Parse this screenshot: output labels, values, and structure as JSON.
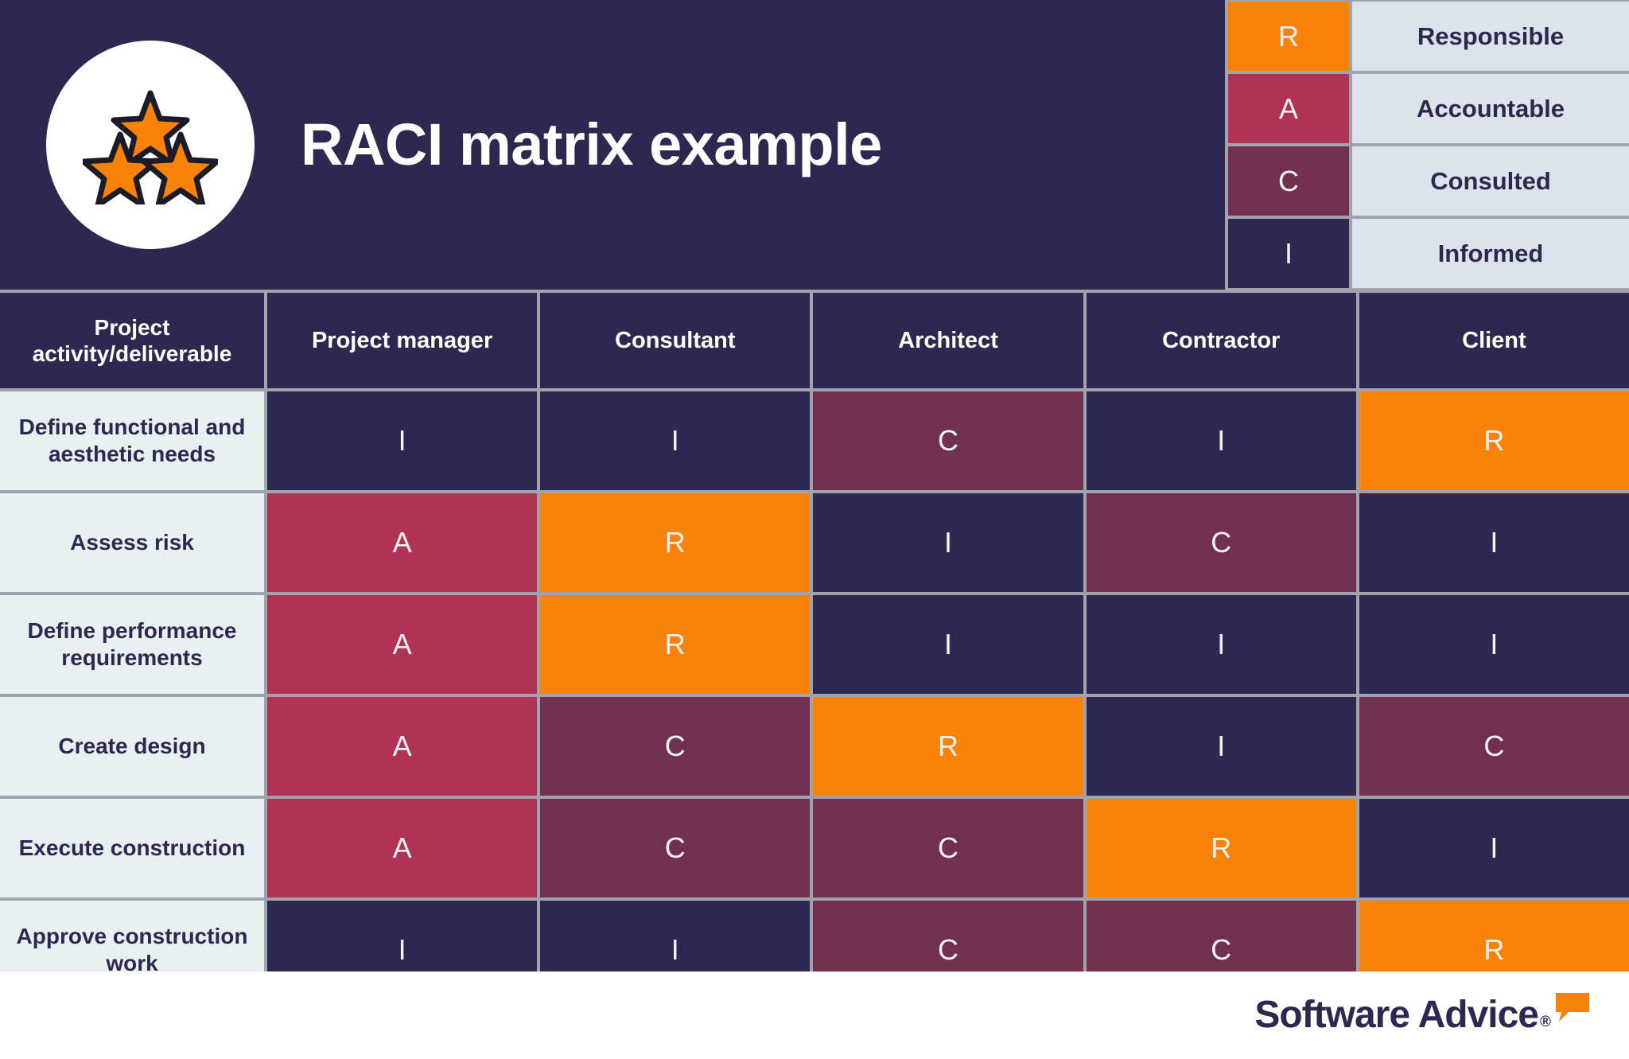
{
  "header": {
    "title": "RACI matrix example",
    "logo_alt": "three-stars-logo",
    "background_color": "#2D2850"
  },
  "legend": {
    "items": [
      {
        "key": "R",
        "label": "Responsible",
        "color": "#F98309"
      },
      {
        "key": "A",
        "label": "Accountable",
        "color": "#B13354"
      },
      {
        "key": "C",
        "label": "Consulted",
        "color": "#71304F"
      },
      {
        "key": "I",
        "label": "Informed",
        "color": "#2D2850"
      }
    ]
  },
  "matrix": {
    "columns": [
      "Project activity/deliverable",
      "Project manager",
      "Consultant",
      "Architect",
      "Contractor",
      "Client"
    ],
    "rows": [
      {
        "activity": "Define functional and aesthetic needs",
        "values": [
          "I",
          "I",
          "C",
          "I",
          "R"
        ]
      },
      {
        "activity": "Assess risk",
        "values": [
          "A",
          "R",
          "I",
          "C",
          "I"
        ]
      },
      {
        "activity": "Define performance requirements",
        "values": [
          "A",
          "R",
          "I",
          "I",
          "I"
        ]
      },
      {
        "activity": "Create design",
        "values": [
          "A",
          "C",
          "R",
          "I",
          "C"
        ]
      },
      {
        "activity": "Execute construction",
        "values": [
          "A",
          "C",
          "C",
          "R",
          "I"
        ]
      },
      {
        "activity": "Approve construction work",
        "values": [
          "I",
          "I",
          "C",
          "C",
          "R"
        ]
      }
    ]
  },
  "footer": {
    "brand": "Software Advice",
    "registered_mark": "®",
    "bubble_color": "#F98309"
  },
  "colors": {
    "navy": "#2D2850",
    "orange": "#F98309",
    "crimson": "#B13354",
    "maroon": "#71304F",
    "grid": "#9FA3AD",
    "label_bg": "#DCE3EA",
    "row_label_bg": "#E9F0F1"
  }
}
